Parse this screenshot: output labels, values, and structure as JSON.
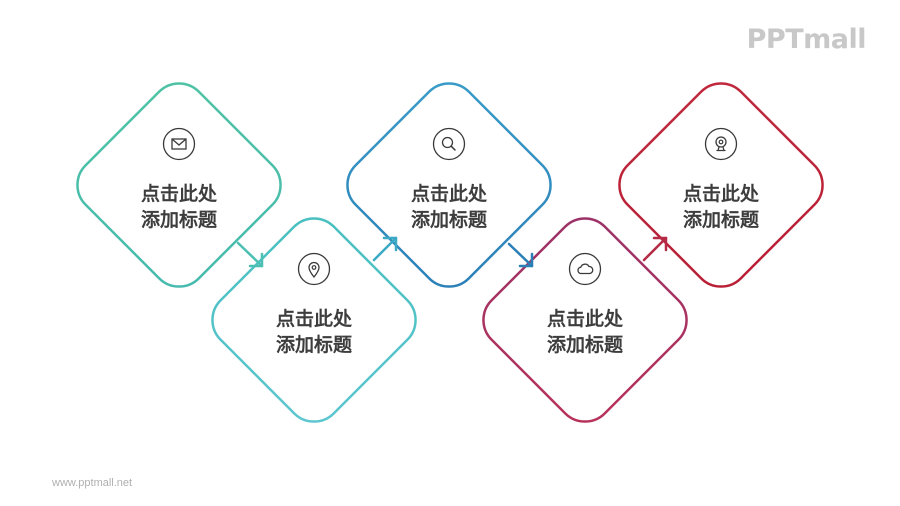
{
  "brand": {
    "logo_text": "PPTmall"
  },
  "footer": {
    "url": "www.pptmall.net"
  },
  "steps": [
    {
      "line1": "点击此处",
      "line2": "添加标题",
      "icon": "mail-icon",
      "color": "#4bbfa8"
    },
    {
      "line1": "点击此处",
      "line2": "添加标题",
      "icon": "location-icon",
      "color": "#4bbfc6"
    },
    {
      "line1": "点击此处",
      "line2": "添加标题",
      "icon": "search-icon",
      "color": "#2e8fc0"
    },
    {
      "line1": "点击此处",
      "line2": "添加标题",
      "icon": "cloud-icon",
      "color": "#a8325e"
    },
    {
      "line1": "点击此处",
      "line2": "添加标题",
      "icon": "webcam-icon",
      "color": "#c0283c"
    }
  ]
}
